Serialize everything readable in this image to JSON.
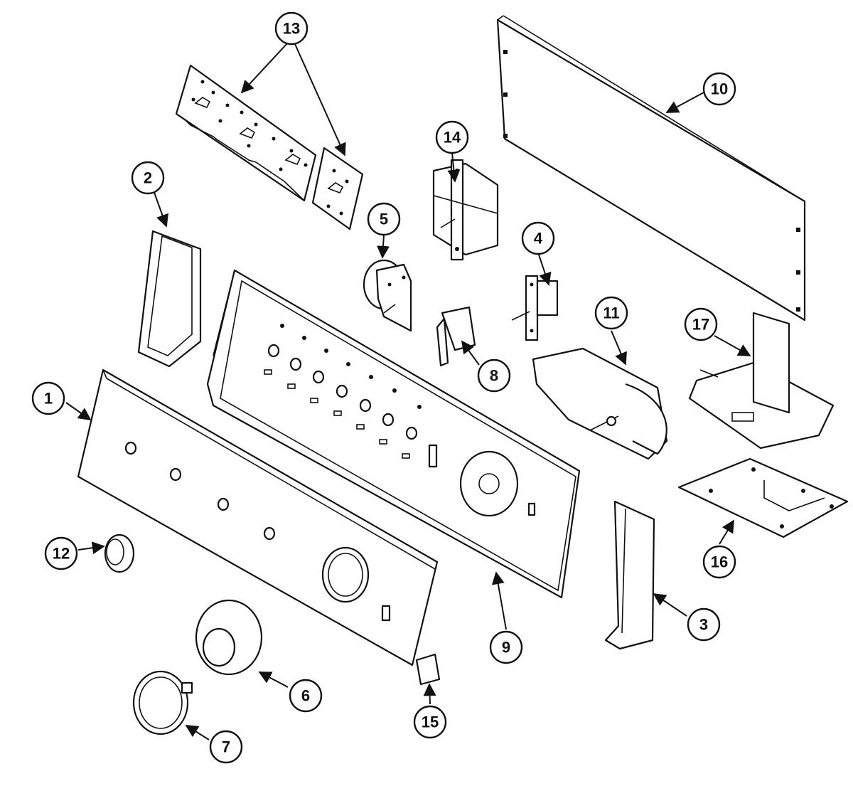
{
  "callouts": [
    {
      "id": "1",
      "label": "1"
    },
    {
      "id": "2",
      "label": "2"
    },
    {
      "id": "3",
      "label": "3"
    },
    {
      "id": "4",
      "label": "4"
    },
    {
      "id": "5",
      "label": "5"
    },
    {
      "id": "6",
      "label": "6"
    },
    {
      "id": "7",
      "label": "7"
    },
    {
      "id": "8",
      "label": "8"
    },
    {
      "id": "9",
      "label": "9"
    },
    {
      "id": "10",
      "label": "10"
    },
    {
      "id": "11",
      "label": "11"
    },
    {
      "id": "12",
      "label": "12"
    },
    {
      "id": "13",
      "label": "13"
    },
    {
      "id": "14",
      "label": "14"
    },
    {
      "id": "15",
      "label": "15"
    },
    {
      "id": "16",
      "label": "16"
    },
    {
      "id": "17",
      "label": "17"
    }
  ],
  "colors": {
    "line": "#111111",
    "background": "#ffffff"
  }
}
